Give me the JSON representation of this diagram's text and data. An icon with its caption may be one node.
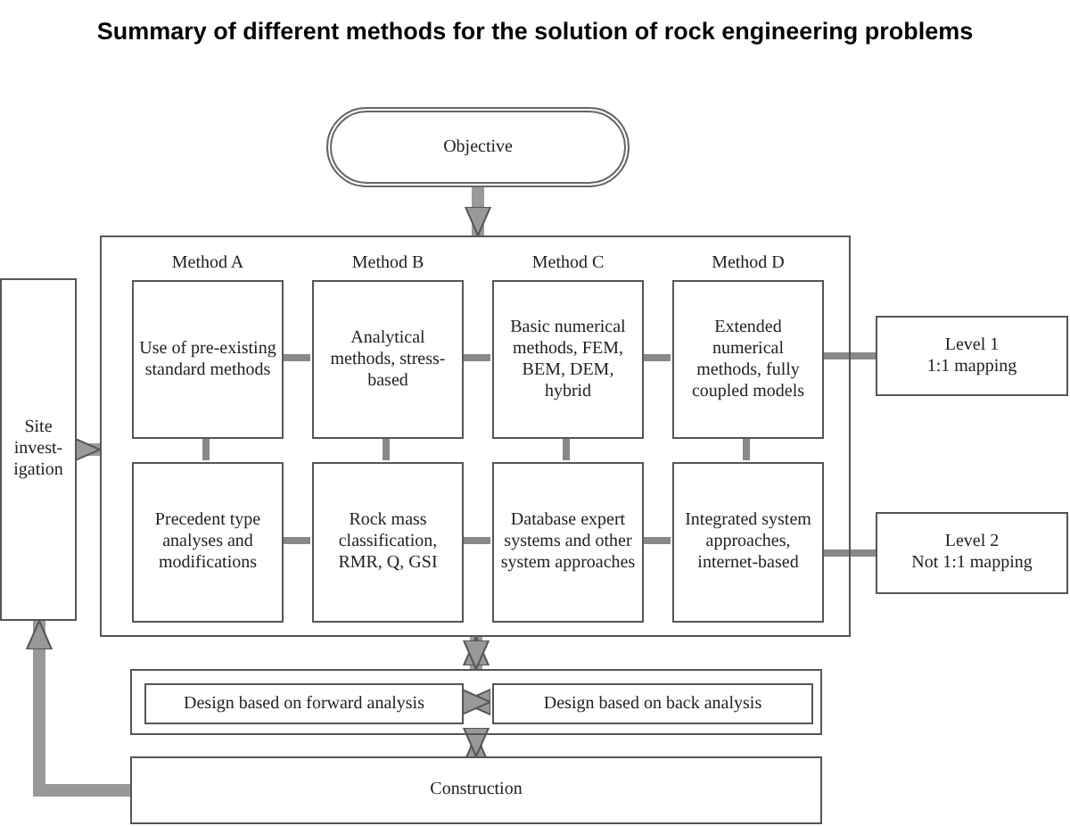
{
  "diagram": {
    "title": "Summary of different methods for the solution of rock engineering problems",
    "nodes": [
      {
        "text": [
          "Objective"
        ]
      },
      {
        "text": [
          "Site invest- igation"
        ]
      },
      {
        "text": [],
        "shape": "box"
      },
      {
        "text": [
          "Method A",
          "Use of pre-existing standard methods"
        ],
        "in": 2
      },
      {
        "text": [
          "Method B",
          "Analytical methods, stress-based"
        ],
        "in": 2
      },
      {
        "text": [
          "Method C",
          "Basic numerical methods, FEM, BEM, DEM, hybrid"
        ],
        "in": 2
      },
      {
        "text": [
          "Method D",
          "Extended numerical methods, fully coupled models"
        ],
        "in": 2
      },
      {
        "text": [
          "Precedent type analyses and modifications"
        ],
        "in": 2
      },
      {
        "text": [
          "Rock mass classification, RMR, Q, GSI"
        ],
        "in": 2
      },
      {
        "text": [
          "Database expert systems and other system approaches"
        ],
        "in": 2
      },
      {
        "text": [
          "Integrated system approaches, internet-based"
        ],
        "in": 2
      },
      {
        "text": [
          "Level 1",
          "1:1 mapping"
        ]
      },
      {
        "text": [
          "Level 2",
          "Not 1:1 mapping"
        ]
      },
      {
        "text": [],
        "shape": "box"
      },
      {
        "text": [
          "Design based on forward analysis"
        ],
        "in": 13
      },
      {
        "text": [
          "Design based on back analysis"
        ],
        "in": 13
      },
      {
        "text": [
          "Construction"
        ]
      }
    ],
    "edges": [
      {
        "from": 0,
        "to": 2,
        "arrow": "to"
      },
      {
        "from": 1,
        "to": 2,
        "arrow": "to"
      },
      {
        "from": 3,
        "to": 4,
        "arrow": "none"
      },
      {
        "from": 4,
        "to": 5,
        "arrow": "none"
      },
      {
        "from": 5,
        "to": 6,
        "arrow": "none"
      },
      {
        "from": 7,
        "to": 8,
        "arrow": "none"
      },
      {
        "from": 8,
        "to": 9,
        "arrow": "none"
      },
      {
        "from": 9,
        "to": 10,
        "arrow": "none"
      },
      {
        "from": 3,
        "to": 7,
        "arrow": "none"
      },
      {
        "from": 4,
        "to": 8,
        "arrow": "none"
      },
      {
        "from": 5,
        "to": 9,
        "arrow": "none"
      },
      {
        "from": 6,
        "to": 10,
        "arrow": "none"
      },
      {
        "from": 6,
        "to": 11,
        "arrow": "none"
      },
      {
        "from": 10,
        "to": 12,
        "arrow": "none"
      },
      {
        "from": 2,
        "to": 13,
        "arrow": "both"
      },
      {
        "from": 14,
        "to": 15,
        "arrow": "both"
      },
      {
        "from": 13,
        "to": 16,
        "arrow": "both"
      },
      {
        "from": 16,
        "to": 1,
        "arrow": "to"
      }
    ]
  }
}
